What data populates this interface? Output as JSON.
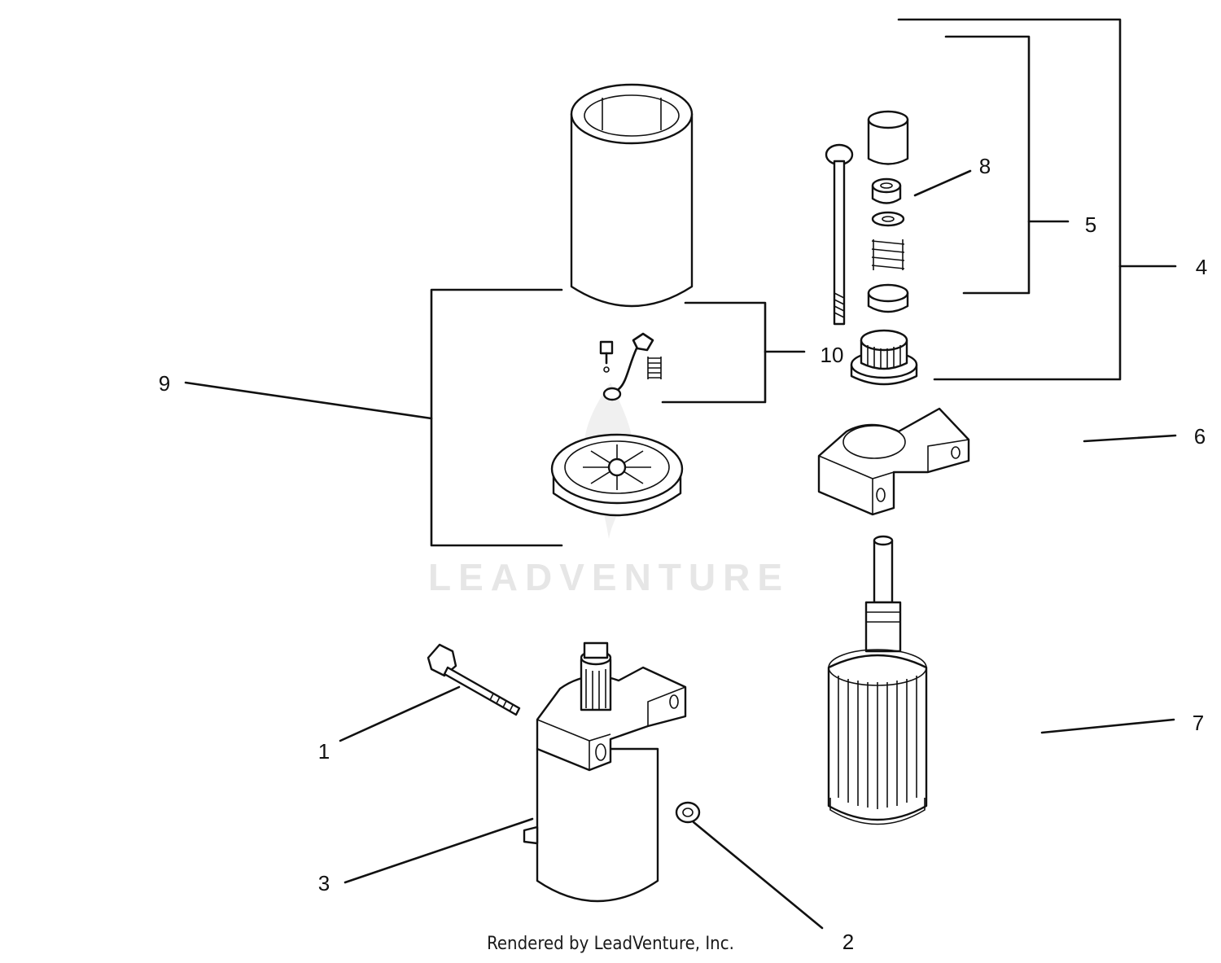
{
  "diagram": {
    "callouts": {
      "c1": "1",
      "c2": "2",
      "c3": "3",
      "c4": "4",
      "c5": "5",
      "c6": "6",
      "c7": "7",
      "c8": "8",
      "c9": "9",
      "c10": "10"
    },
    "watermark": "LEADVENTURE",
    "footer": "Rendered by LeadVenture, Inc."
  },
  "colors": {
    "line": "#111111",
    "background": "#ffffff",
    "watermark": "#e6e6e6"
  }
}
